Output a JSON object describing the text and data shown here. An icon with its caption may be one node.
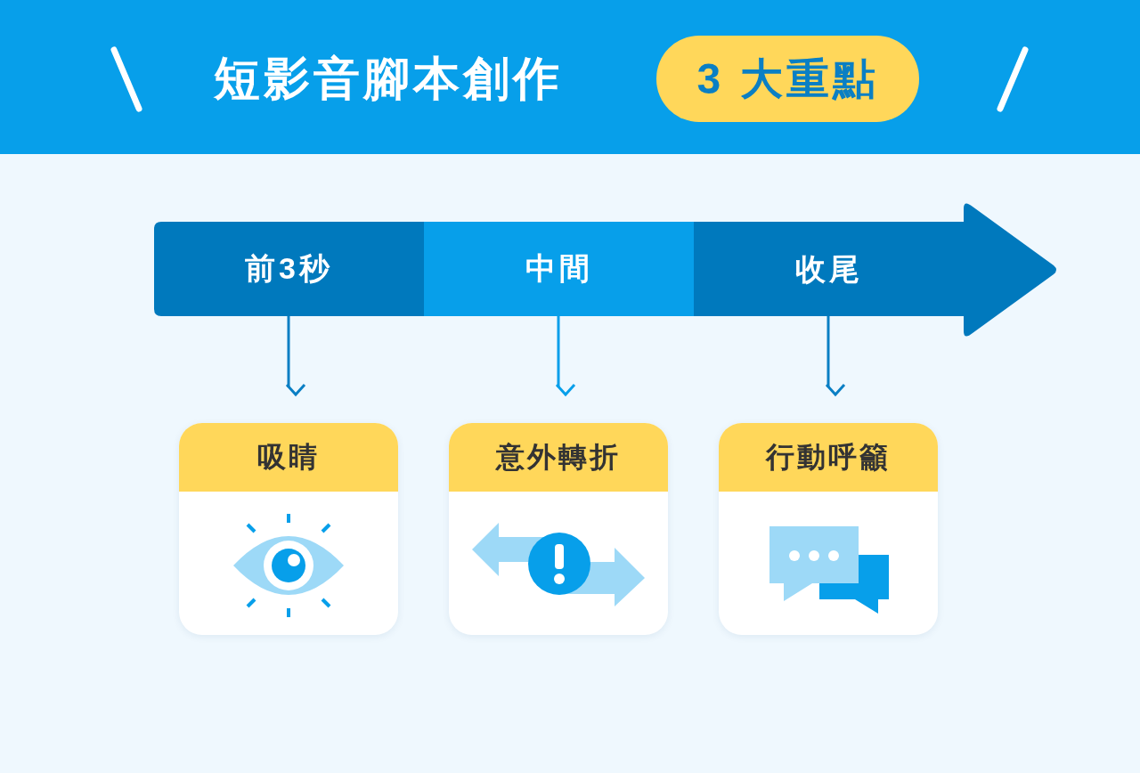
{
  "diagram": {
    "title": "短影音腳本創作",
    "nodes": [
      {
        "text": [
          "前3秒"
        ]
      },
      {
        "text": [
          "中間"
        ]
      },
      {
        "text": [
          "收尾"
        ]
      },
      {
        "text": [
          "吸睛"
        ]
      },
      {
        "text": [
          "意外轉折"
        ]
      },
      {
        "text": [
          "行動呼籲"
        ]
      }
    ],
    "edges": [
      {
        "from": 0,
        "to": 3,
        "arrow": "to"
      },
      {
        "from": 1,
        "to": 4,
        "arrow": "to",
        "color": "#079fea"
      },
      {
        "from": 2,
        "to": 5,
        "arrow": "to"
      }
    ],
    "labels": [
      "3 大重點"
    ]
  }
}
